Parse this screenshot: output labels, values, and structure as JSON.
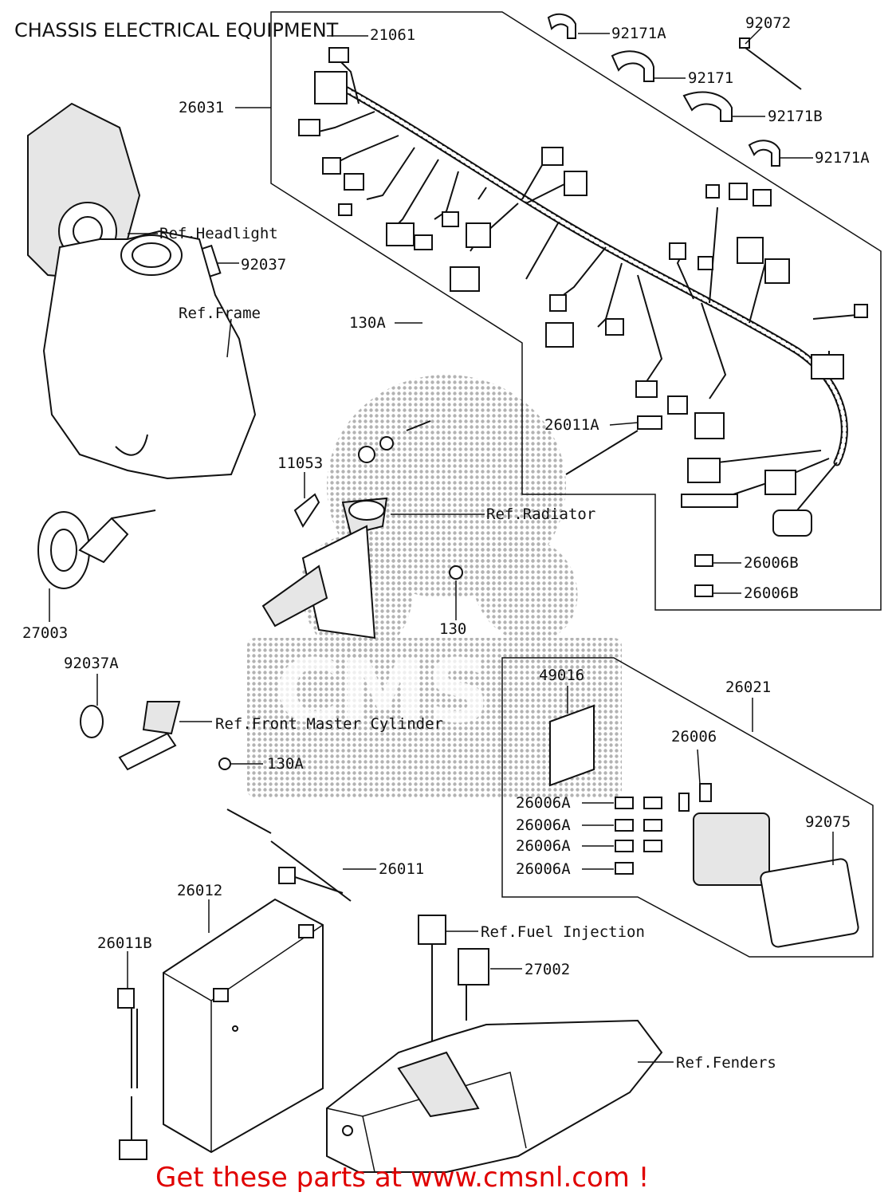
{
  "title": "CHASSIS ELECTRICAL EQUIPMENT",
  "footer": "Get these parts at www.cmsnl.com !",
  "colors": {
    "footer": "#e00000",
    "lines": "#111111",
    "watermark": "#9a9a9a"
  },
  "watermark_text": "CMS",
  "labels": {
    "p21061": "21061",
    "p92171A_1": "92171A",
    "p92072": "92072",
    "p92171": "92171",
    "p26031": "26031",
    "p92171B": "92171B",
    "p92171A_2": "92171A",
    "ref_headlight": "Ref.Headlight",
    "p92037": "92037",
    "ref_frame": "Ref.Frame",
    "p130A_1": "130A",
    "p26011A": "26011A",
    "p11053": "11053",
    "ref_radiator": "Ref.Radiator",
    "p26006B_1": "26006B",
    "p26006B_2": "26006B",
    "p27003": "27003",
    "p130": "130",
    "p92037A": "92037A",
    "p49016": "49016",
    "p26021": "26021",
    "ref_front_master": "Ref.Front Master Cylinder",
    "p130A_2": "130A",
    "p26006": "26006",
    "p26006A_1": "26006A",
    "p26006A_2": "26006A",
    "p26006A_3": "26006A",
    "p26006A_4": "26006A",
    "p92075": "92075",
    "p26011": "26011",
    "p26012": "26012",
    "ref_fuel_injection": "Ref.Fuel Injection",
    "p26011B": "26011B",
    "p27002": "27002",
    "ref_fenders": "Ref.Fenders"
  }
}
